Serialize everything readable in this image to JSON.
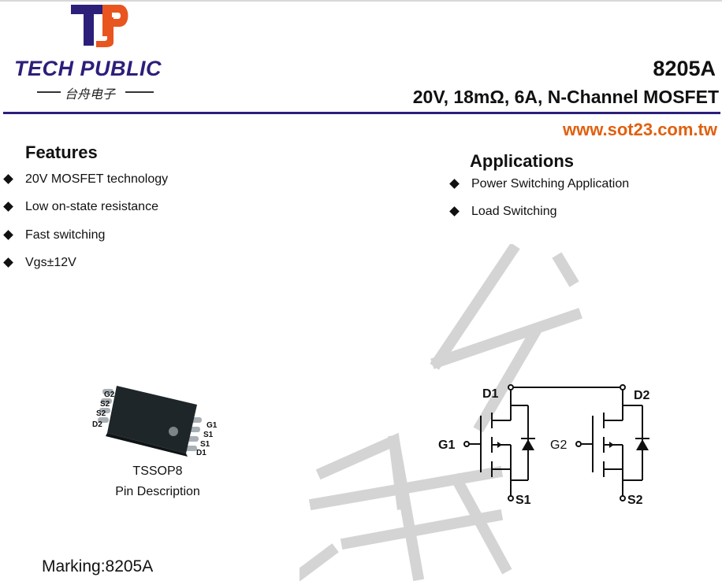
{
  "header": {
    "brand": "TECH PUBLIC",
    "brand_sub": "台舟电子",
    "part_number": "8205A",
    "subtitle": "20V, 18mΩ, 6A,  N-Channel MOSFET",
    "website": "www.sot23.com.tw"
  },
  "colors": {
    "brand_navy": "#2b1f7a",
    "brand_orange": "#e8551f",
    "url_orange": "#e06010"
  },
  "features": {
    "title": "Features",
    "items": [
      "20V MOSFET technology",
      "Low on-state resistance",
      "Fast switching",
      "Vgs±12V"
    ]
  },
  "applications": {
    "title": "Applications",
    "items": [
      "Power Switching Application",
      "Load Switching"
    ]
  },
  "package": {
    "name": "TSSOP8",
    "caption": "Pin Description",
    "left_pins": [
      "G2",
      "S2",
      "S2",
      "D2"
    ],
    "right_pins": [
      "G1",
      "S1",
      "S1",
      "D1"
    ]
  },
  "marking": "Marking:8205A",
  "schematic": {
    "labels": {
      "d1": "D1",
      "g1": "G1",
      "s1": "S1",
      "d2": "D2",
      "g2": "G2",
      "s2": "S2"
    }
  },
  "icons": {
    "bullet": "diamond-bullet-icon",
    "logo": "tp-logo-icon"
  }
}
